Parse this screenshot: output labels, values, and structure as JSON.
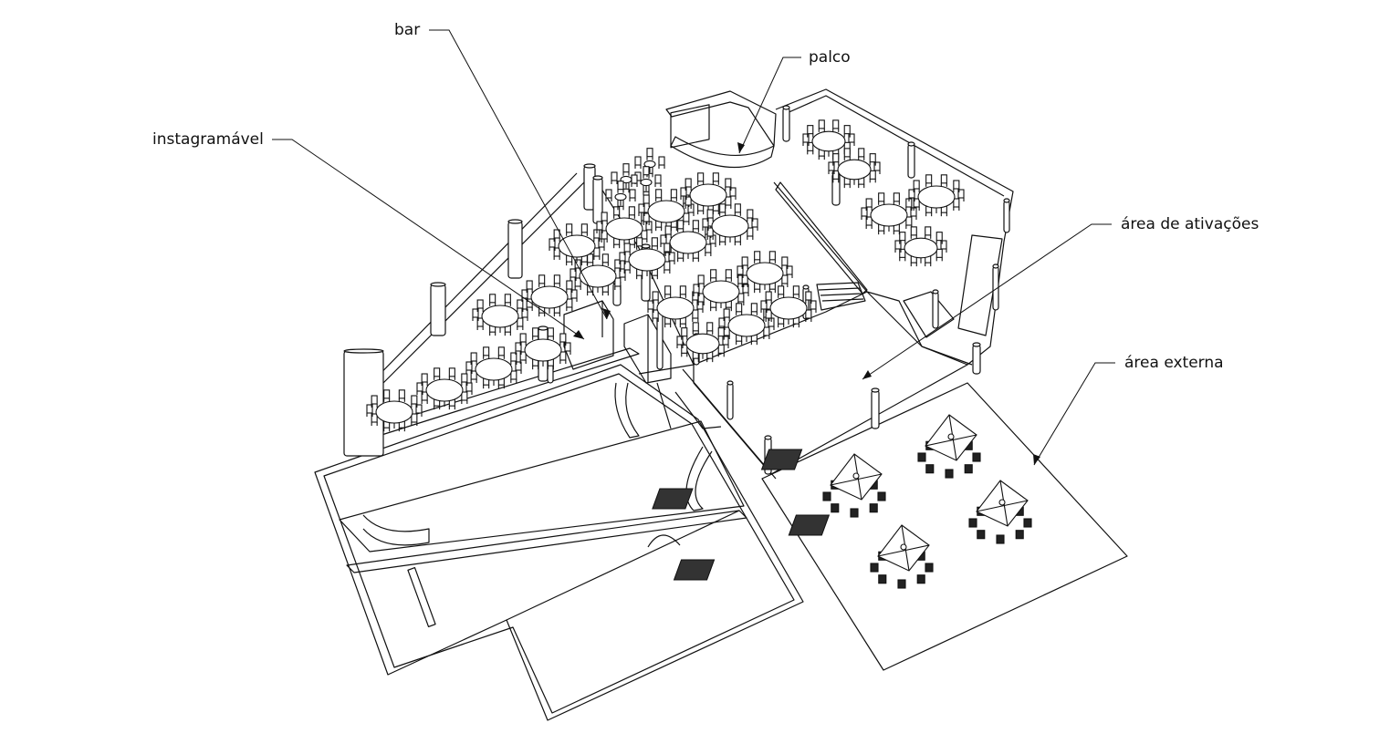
{
  "labels": {
    "bar": "bar",
    "palco": "palco",
    "instagramavel": "instagramável",
    "ativacoes": "área de ativações",
    "externa": "área externa"
  },
  "colors": {
    "line": "#111111",
    "fill": "#ffffff",
    "dark": "#222222"
  }
}
